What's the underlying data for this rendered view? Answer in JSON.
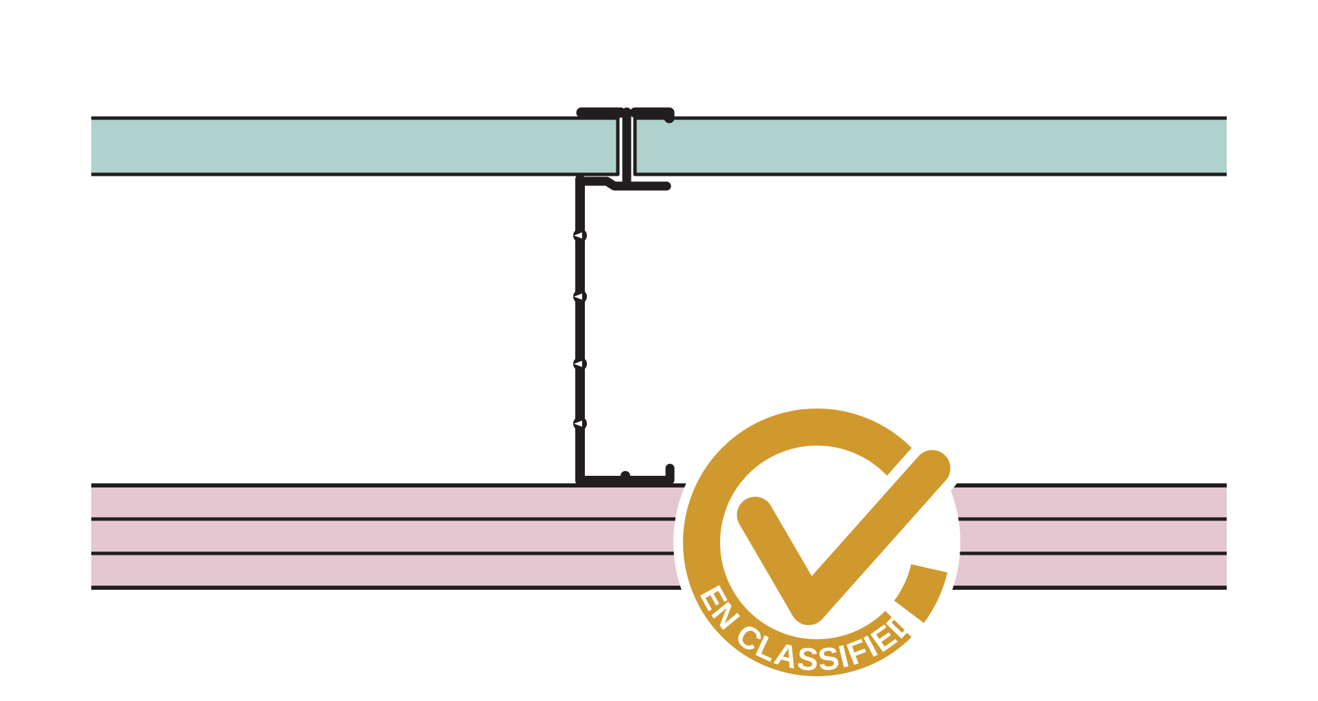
{
  "scene": {
    "description": "Cross-section construction detail drawing of a fire-rated shaft wall: one board layer above, black CH steel stud profile with H-jointing piece, three board layers below, and an EN classification badge",
    "background": "#FFFFFF"
  },
  "palette": {
    "board_top_fill": "#AFD3CC",
    "board_bottom_fill": "#E5C7D1",
    "line": "#221E1F",
    "badge_gold": "#D0992D",
    "white": "#FFFFFF"
  },
  "boards": {
    "top_row_layers": "1",
    "bottom_row_layers": "3"
  },
  "badge": {
    "label": "EN CLASSIFIED",
    "icon": "checkmark"
  }
}
